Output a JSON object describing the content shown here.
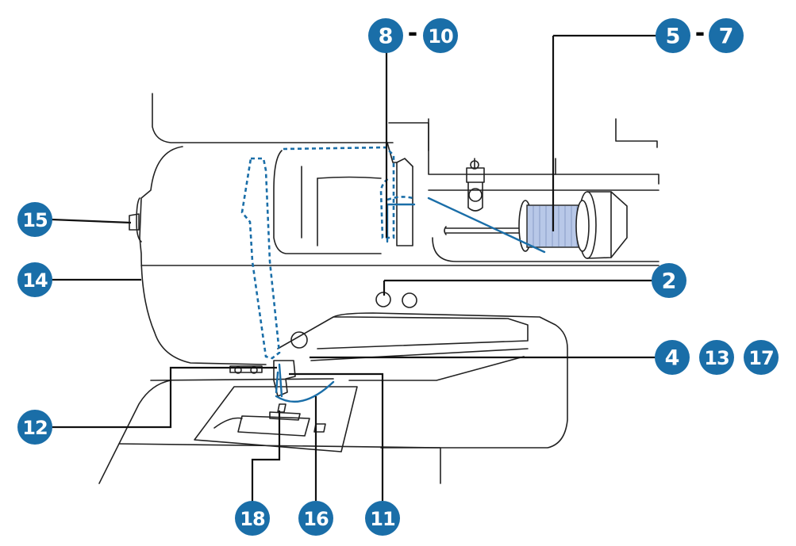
{
  "colors": {
    "badge": "#1a6ea8",
    "thread": "#1a6ea8",
    "outline": "#222222"
  },
  "callouts": {
    "c8": "8",
    "c10": "10",
    "c5": "5",
    "c7": "7",
    "c15": "15",
    "c14": "14",
    "c2": "2",
    "c4": "4",
    "c13": "13",
    "c17": "17",
    "c12": "12",
    "c18": "18",
    "c16": "16",
    "c11": "11",
    "dash": "-"
  }
}
